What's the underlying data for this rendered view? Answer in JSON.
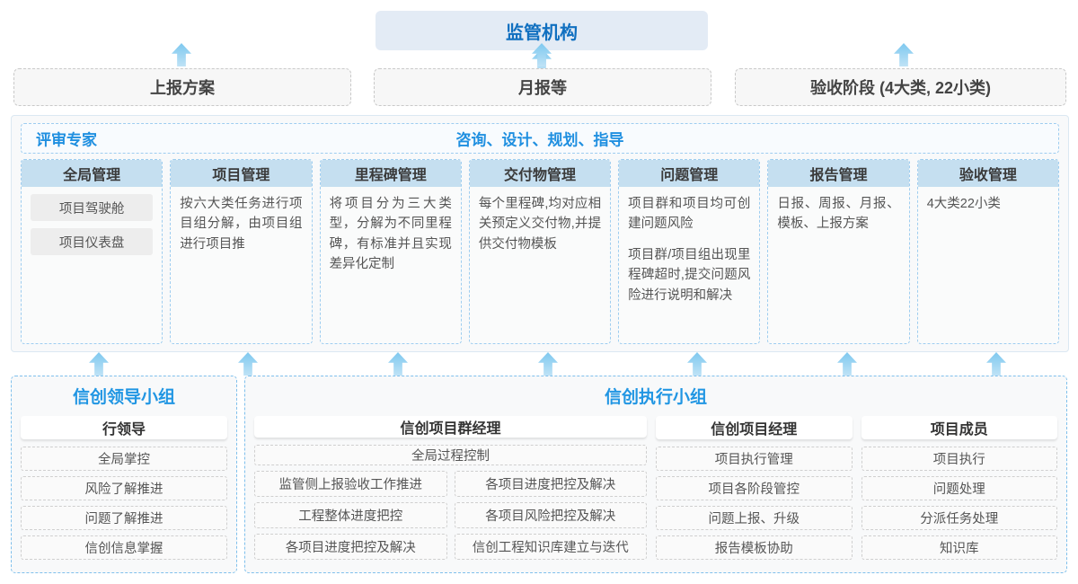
{
  "top": {
    "regulator": "监管机构",
    "channels": [
      "上报方案",
      "月报等",
      "验收阶段 (4大类, 22小类)"
    ]
  },
  "middle": {
    "left_label": "评审专家",
    "center_label": "咨询、设计、规划、指导",
    "cards": [
      {
        "title": "全局管理",
        "pills": [
          "项目驾驶舱",
          "项目仪表盘"
        ],
        "paragraphs": []
      },
      {
        "title": "项目管理",
        "pills": [],
        "paragraphs": [
          "按六大类任务进行项目组分解，由项目组进行项目推"
        ]
      },
      {
        "title": "里程碑管理",
        "pills": [],
        "paragraphs": [
          "将项目分为三大类型，分解为不同里程碑，有标准并且实现差异化定制"
        ]
      },
      {
        "title": "交付物管理",
        "pills": [],
        "paragraphs": [
          "每个里程碑,均对应相关预定义交付物,并提供交付物模板"
        ]
      },
      {
        "title": "问题管理",
        "pills": [],
        "paragraphs": [
          "项目群和项目均可创建问题风险",
          "项目群/项目组出现里程碑超时,提交问题风险进行说明和解决"
        ]
      },
      {
        "title": "报告管理",
        "pills": [],
        "paragraphs": [
          "日报、周报、月报、模板、上报方案"
        ]
      },
      {
        "title": "验收管理",
        "pills": [],
        "paragraphs": [
          "4大类22小类"
        ]
      }
    ]
  },
  "bottom": {
    "leading_group": {
      "title": "信创领导小组",
      "role": "行领导",
      "duties": [
        "全局掌控",
        "风险了解推进",
        "问题了解推进",
        "信创信息掌握"
      ]
    },
    "execution_group": {
      "title": "信创执行小组",
      "columns": [
        {
          "role": "信创项目群经理",
          "full_width_duty": "全局过程控制",
          "duty_rows": [
            [
              "监管侧上报验收工作推进",
              "各项目进度把控及解决"
            ],
            [
              "工程整体进度把控",
              "各项目风险把控及解决"
            ],
            [
              "各项目进度把控及解决",
              "信创工程知识库建立与迭代"
            ]
          ]
        },
        {
          "role": "信创项目经理",
          "duties": [
            "项目执行管理",
            "项目各阶段管控",
            "问题上报、升级",
            "报告模板协助"
          ]
        },
        {
          "role": "项目成员",
          "duties": [
            "项目执行",
            "问题处理",
            "分派任务处理",
            "知识库"
          ]
        }
      ]
    }
  },
  "colors": {
    "accent_blue": "#2196e3",
    "regulator_text": "#1170c0",
    "regulator_bg": "#e3ebf5",
    "card_head_bg": "#c5dff0",
    "arrow": "#7ec8ef"
  }
}
